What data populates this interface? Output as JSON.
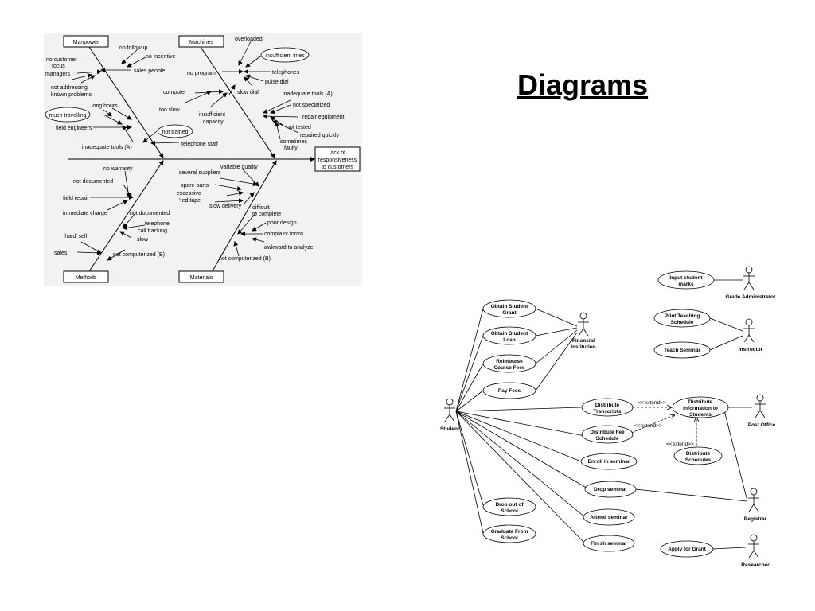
{
  "slide": {
    "title": "Diagrams"
  },
  "fishbone": {
    "categories": {
      "manpower": "Manpower",
      "machines": "Machines",
      "methods": "Methods",
      "materials": "Materials"
    },
    "effect": [
      "lack of",
      "responsiveness",
      "to customers"
    ],
    "labels": {
      "no_followup": "no followup",
      "no_incentive": "no incentive",
      "sales_people": "sales people",
      "no_customer_focus_1": "no customer",
      "no_customer_focus_2": "focus",
      "managers": "managers",
      "not_addressing_1": "not addressing",
      "not_addressing_2": "known problems",
      "much_travelling": "much travelling",
      "long_hours": "long hours",
      "field_engineers": "field engineers",
      "inadequate_tools_a_1": "inadequate tools (A)",
      "not_trained": "not trained",
      "telephone_staff": "telephone staff",
      "overloaded": "overloaded",
      "insufficient_lines": "insufficient lines",
      "no_program": "no program",
      "telephones": "telephones",
      "pulse_dial": "pulse dial",
      "computer": "computer",
      "slow_dial": "slow dial",
      "too_slow": "too slow",
      "insufficient_capacity_1": "insufficient",
      "insufficient_capacity_2": "capacity",
      "inadequate_tools_a_2": "inadequate tools (A)",
      "not_specialized": "not specialized",
      "repair_equipment": "repair equipment",
      "not_tested": "not tested",
      "repaired_quickly": "repaired quickly",
      "sometimes_faulty_1": "sometimes",
      "sometimes_faulty_2": "faulty",
      "no_warranty": "no warranty",
      "not_documented_1": "not documented",
      "field_repair": "field repair",
      "immediate_charge": "immediate charge",
      "not_documented_2": "not documented",
      "telephone_call_tracking_1": "telephone",
      "telephone_call_tracking_2": "call tracking",
      "hard_sell": "'hard' sell",
      "slow": "slow",
      "sales": "sales",
      "not_computerized_b_1": "not computerized (B)",
      "variable_quality": "variable quality",
      "several_suppliers": "several suppliers",
      "spare_parts": "spare parts",
      "excessive_red_tape_1": "excessive",
      "excessive_red_tape_2": "'red tape'",
      "slow_delivery": "slow delivery",
      "difficult_to_complete_1": "difficult",
      "difficult_to_complete_2": "to complete",
      "poor_design": "poor design",
      "complaint_forms": "complaint forms",
      "awkward_to_analyze": "awkward to analyze",
      "not_computerized_b_2": "not computerized (B)"
    }
  },
  "usecase": {
    "actors": {
      "student": "Student",
      "financial_institution": [
        "Financial",
        "Institution"
      ],
      "grade_administrator": "Grade Administrator",
      "instructor": "Instructor",
      "post_office": "Post Office",
      "registrar": "Registrar",
      "researcher": "Researcher"
    },
    "use_cases": {
      "obtain_student_grant": [
        "Obtain Student",
        "Grant"
      ],
      "obtain_student_loan": [
        "Obtain Student",
        "Loan"
      ],
      "reimburse_course_fees": [
        "Reimburse",
        "Course Fees"
      ],
      "pay_fees": [
        "Pay Fees"
      ],
      "input_student_marks": [
        "Input student",
        "marks"
      ],
      "print_teaching_schedule": [
        "Print Teaching",
        "Schedule"
      ],
      "teach_seminar": [
        "Teach Seminar"
      ],
      "distribute_transcripts": [
        "Distribute",
        "Transcripts"
      ],
      "distribute_information": [
        "Distribute",
        "Information to",
        "Students"
      ],
      "distribute_fee_schedule": [
        "Distribute Fee",
        "Schedule"
      ],
      "distribute_schedules": [
        "Distribute",
        "Schedules"
      ],
      "enroll_in_seminar": [
        "Enroll in seminar"
      ],
      "drop_seminar": [
        "Drop seminar"
      ],
      "drop_out_of_school": [
        "Drop out of",
        "School"
      ],
      "attend_seminar": [
        "Attend seminar"
      ],
      "graduate_from_school": [
        "Graduate From",
        "School"
      ],
      "finish_seminar": [
        "Finish seminar"
      ],
      "apply_for_grant": [
        "Apply for Grant"
      ]
    },
    "stereotypes": {
      "extend": "<<extend>>"
    }
  }
}
